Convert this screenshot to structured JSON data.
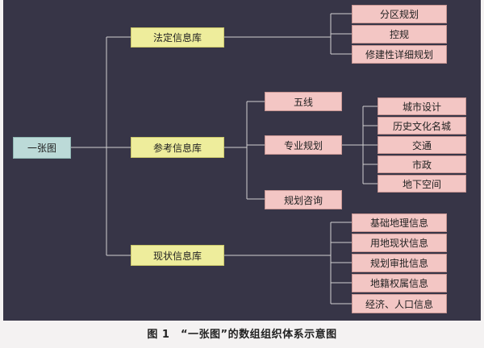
{
  "diagram": {
    "root": "一张图",
    "branches": [
      {
        "label": "法定信息库",
        "children": [
          "分区规划",
          "控规",
          "修建性详细规划"
        ]
      },
      {
        "label": "参考信息库",
        "children": [
          "五线",
          "专业规划",
          "规划咨询"
        ],
        "sub": {
          "parent": "专业规划",
          "children": [
            "城市设计",
            "历史文化名城",
            "交通",
            "市政",
            "地下空间"
          ]
        }
      },
      {
        "label": "现状信息库",
        "children": [
          "基础地理信息",
          "用地现状信息",
          "规划审批信息",
          "地籍权属信息",
          "经济、人口信息"
        ]
      }
    ],
    "colors": {
      "background": "#373547",
      "root": "#bcdad8",
      "level1": "#eeed9c",
      "level2": "#f3c6c4",
      "line": "#d0d0d0"
    }
  },
  "caption": "图 1　“一张图”的数组组织体系示意图"
}
